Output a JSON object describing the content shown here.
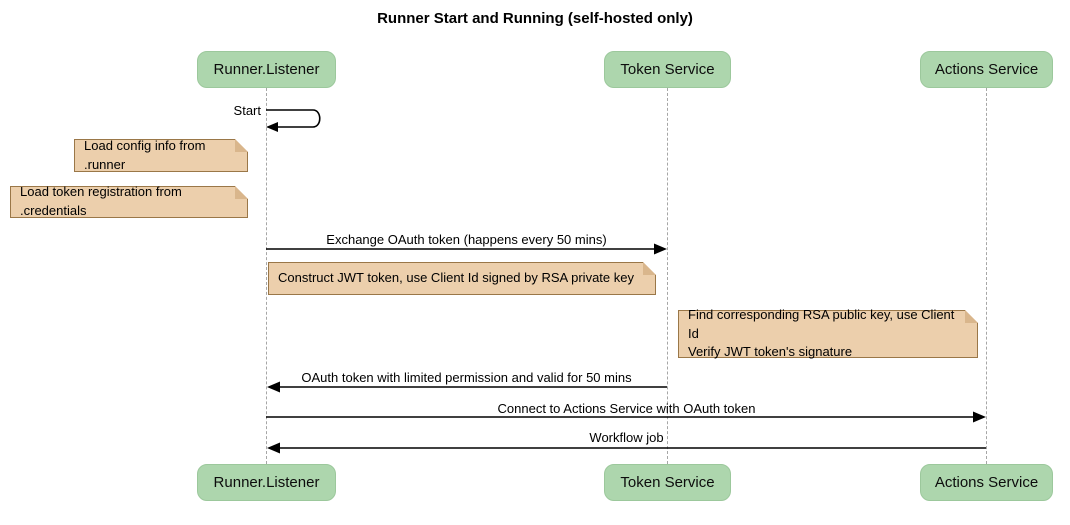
{
  "title": "Runner Start and Running (self-hosted only)",
  "participants": {
    "runner": "Runner.Listener",
    "token": "Token Service",
    "actions": "Actions Service"
  },
  "messages": {
    "self_start": "Start",
    "exchange_oauth": "Exchange OAuth token (happens every 50 mins)",
    "oauth_return": "OAuth token with limited permission and valid for 50 mins",
    "connect_actions": "Connect to Actions Service with OAuth token",
    "workflow_job": "Workflow job"
  },
  "notes": {
    "load_config": "Load config info from .runner",
    "load_credentials": "Load token registration from .credentials",
    "construct_jwt": "Construct JWT token, use Client Id signed by RSA private key",
    "verify_jwt": "Find corresponding RSA public key, use Client Id\nVerify JWT token's signature"
  },
  "colors": {
    "participant_fill": "#ADD6AD",
    "note_fill": "#ECCFAC",
    "note_border": "#9A7748",
    "lifeline": "#A6A6A6",
    "arrow": "#000000"
  }
}
